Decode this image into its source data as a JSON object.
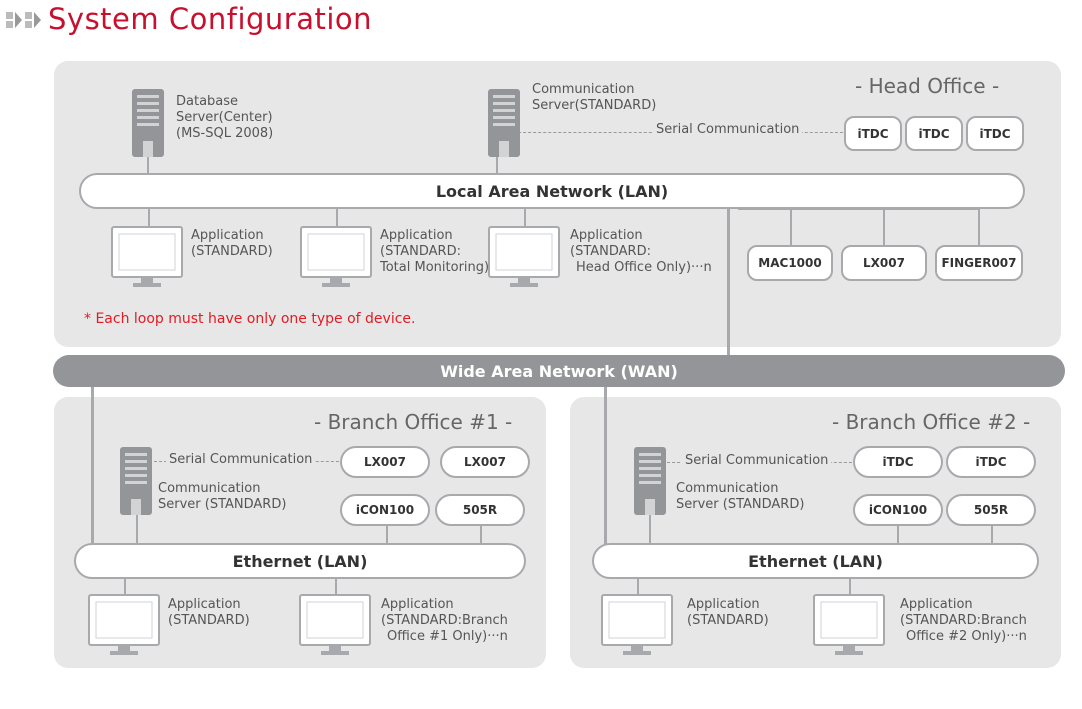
{
  "title": "System Configuration",
  "head_office": {
    "label": "- Head Office -",
    "db_server": [
      "Database",
      "Server(Center)",
      "(MS-SQL 2008)"
    ],
    "comm_server": [
      "Communication",
      "Server(STANDARD)"
    ],
    "serial": "Serial Communication",
    "serial_devices": [
      "iTDC",
      "iTDC",
      "iTDC"
    ],
    "lan": "Local Area Network (LAN)",
    "apps": [
      [
        "Application",
        "(STANDARD)"
      ],
      [
        "Application",
        "(STANDARD:",
        "Total Monitoring)"
      ],
      [
        "Application",
        "(STANDARD:",
        "Head Office Only)···n"
      ]
    ],
    "lan_devices": [
      "MAC1000",
      "LX007",
      "FINGER007"
    ],
    "note": "* Each loop must have only one type of device."
  },
  "wan": "Wide Area Network (WAN)",
  "branch1": {
    "label": "- Branch Office #1 -",
    "serial": "Serial Communication",
    "serial_devices": [
      "LX007",
      "LX007"
    ],
    "comm_server": [
      "Communication",
      "Server (STANDARD)"
    ],
    "lan_devices": [
      "iCON100",
      "505R"
    ],
    "lan": "Ethernet (LAN)",
    "apps": [
      [
        "Application",
        "(STANDARD)"
      ],
      [
        "Application",
        "(STANDARD:Branch",
        "Office #1 Only)···n"
      ]
    ]
  },
  "branch2": {
    "label": "- Branch Office #2 -",
    "serial": "Serial Communication",
    "serial_devices": [
      "iTDC",
      "iTDC"
    ],
    "comm_server": [
      "Communication",
      "Server (STANDARD)"
    ],
    "lan_devices": [
      "iCON100",
      "505R"
    ],
    "lan": "Ethernet (LAN)",
    "apps": [
      [
        "Application",
        "(STANDARD)"
      ],
      [
        "Application",
        "(STANDARD:Branch",
        "Office #2 Only)···n"
      ]
    ]
  },
  "colors": {
    "title": "#c8102e",
    "note": "#e31b23",
    "panel": "#e7e7e8",
    "wan": "#939598",
    "line": "#a7a9ac"
  }
}
